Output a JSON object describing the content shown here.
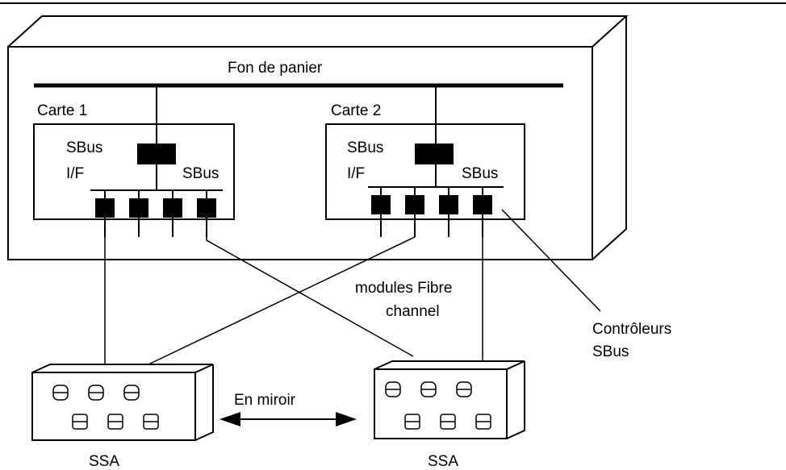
{
  "labels": {
    "backplane": "Fon de panier",
    "card1": "Carte 1",
    "card2": "Carte 2",
    "sbus_if_line1": "SBus",
    "sbus_if_line2": "I/F",
    "sbus": "SBus",
    "fibre_line1": "modules Fibre",
    "fibre_line2": "channel",
    "controllers_line1": "Contrôleurs",
    "controllers_line2": "SBus",
    "mirror": "En miroir",
    "ssa": "SSA"
  }
}
